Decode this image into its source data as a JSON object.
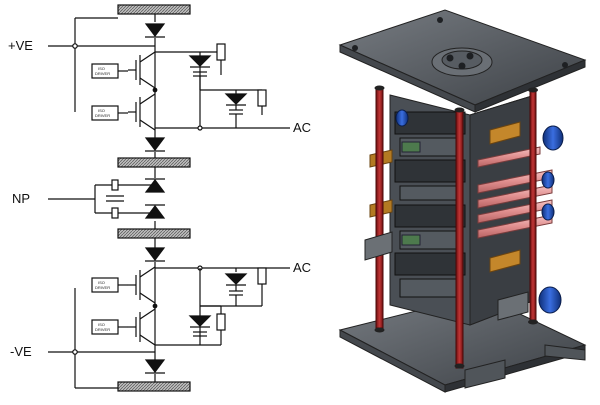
{
  "schematic": {
    "labels": {
      "positive_rail": "+VE",
      "neutral_point": "NP",
      "negative_rail": "-VE",
      "ac_output_upper": "AC",
      "ac_output_lower": "AC"
    },
    "gate_driver_text": [
      "ISO",
      "DRIVER"
    ]
  },
  "assembly": {
    "colors": {
      "steel": "#5b6066",
      "steel_dark": "#3a3e43",
      "tie_rod": "#a32222",
      "capacitor_blue": "#1f4fb5",
      "resistor_pink": "#e8a0a0",
      "copper": "#c4872b",
      "pcb_green": "#4d7a4d"
    }
  },
  "colors": {
    "line": "#111111",
    "heatsink_fill": "#9a9a9a"
  }
}
